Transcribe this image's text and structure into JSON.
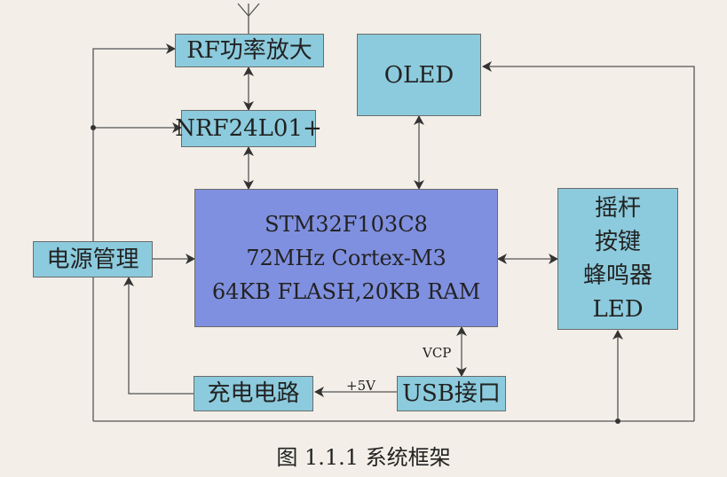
{
  "blocks": {
    "rf": "RF功率放大",
    "nrf": "NRF24L01+",
    "oled": "OLED",
    "mcu": [
      "STM32F103C8",
      "72MHz Cortex-M3",
      "64KB FLASH,20KB RAM"
    ],
    "power": "电源管理",
    "io": [
      "摇杆",
      "按键",
      "蜂鸣器",
      "LED"
    ],
    "charge": "充电电路",
    "usb": "USB接口"
  },
  "labels": {
    "vcp": "VCP",
    "plus5v": "+5V"
  },
  "caption": "图 1.1.1  系统框架",
  "colors": {
    "block": "#8ccbdd",
    "mcu": "#8090e0",
    "line": "#555555",
    "background": "#f3efe8"
  }
}
